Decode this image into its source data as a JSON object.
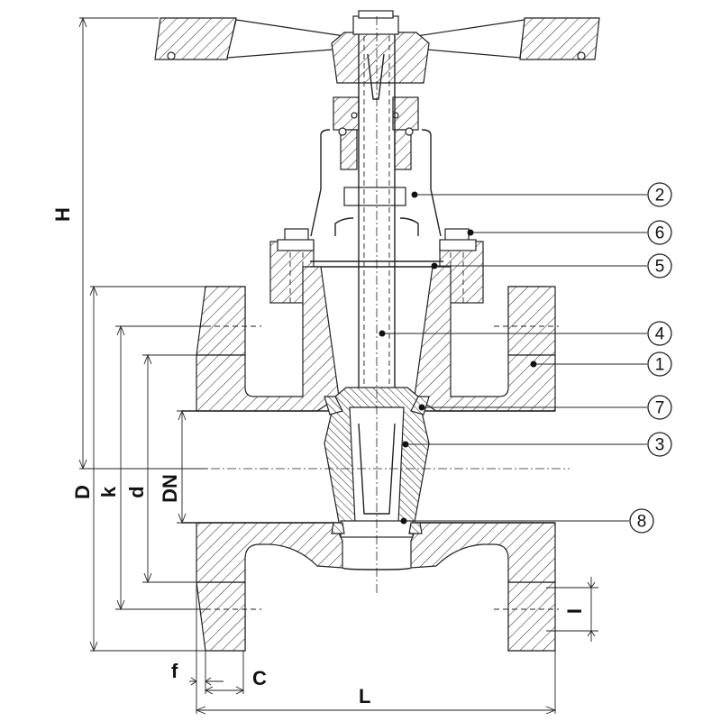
{
  "dimensions": {
    "H": "H",
    "D": "D",
    "k": "k",
    "d": "d",
    "DN": "DN",
    "f": "f",
    "C": "C",
    "L": "L",
    "I": "I"
  },
  "balloons": [
    "2",
    "6",
    "5",
    "4",
    "1",
    "7",
    "3",
    "8"
  ]
}
